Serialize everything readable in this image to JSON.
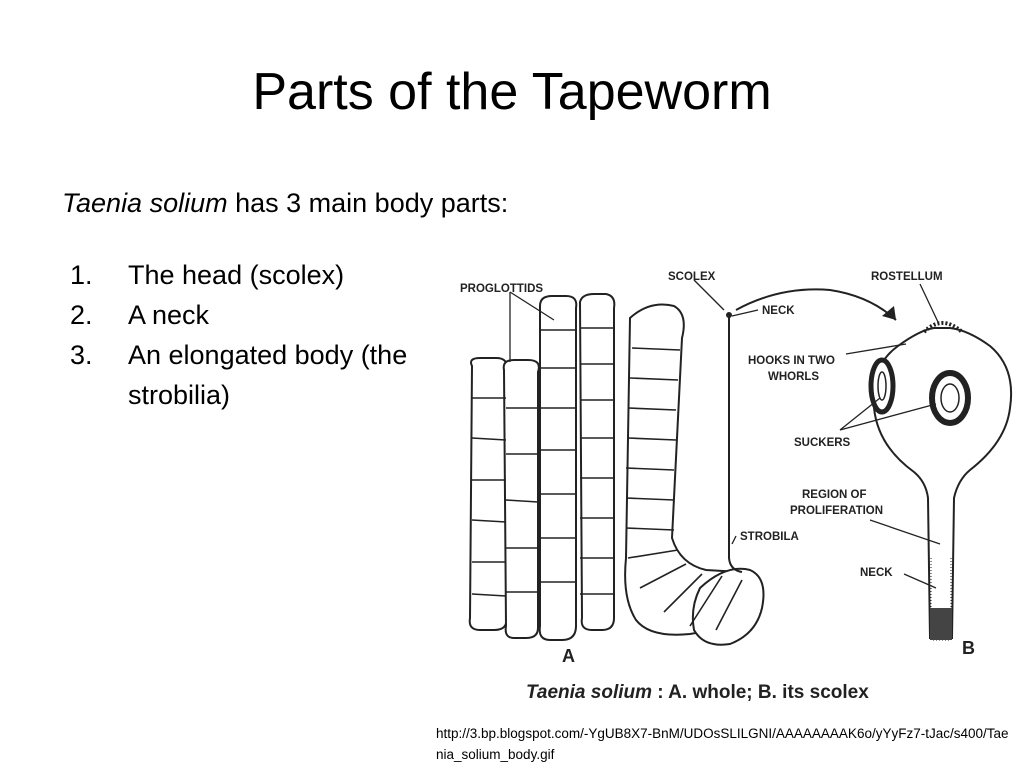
{
  "slide": {
    "title": "Parts of the Tapeworm",
    "intro": {
      "species": "Taenia solium",
      "rest": " has 3 main body parts:"
    },
    "parts": [
      {
        "num": "1.",
        "text": "The head (scolex)"
      },
      {
        "num": "2.",
        "text": "A neck"
      },
      {
        "num": "3.",
        "text": "An elongated body (the strobilia)"
      }
    ],
    "source": "http://3.bp.blogspot.com/-YgUB8X7-BnM/UDOsSLILGNI/AAAAAAAAK6o/yYyFz7-tJac/s400/Taenia_solium_body.gif"
  },
  "figure": {
    "labels": {
      "proglottids": "PROGLOTTIDS",
      "scolex": "SCOLEX",
      "neck_a": "NECK",
      "strobila": "STROBILA",
      "rostellum": "ROSTELLUM",
      "hooks_line1": "HOOKS IN TWO",
      "hooks_line2": "WHORLS",
      "suckers": "SUCKERS",
      "region_line1": "REGION OF",
      "region_line2": "PROLIFERATION",
      "neck_b": "NECK",
      "panel_a": "A",
      "panel_b": "B"
    },
    "caption": {
      "species": "Taenia solium",
      "rest": " : A. whole; B. its scolex"
    }
  }
}
